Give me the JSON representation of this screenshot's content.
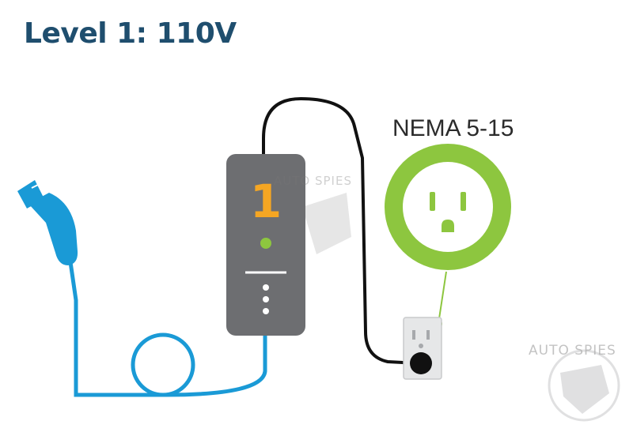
{
  "title": "Level 1: 110V",
  "outlet_label": "NEMA 5-15",
  "charger": {
    "level_number": "1",
    "level_color": "#f5a623",
    "body_color": "#6d6e71",
    "indicator_color": "#8dc63f"
  },
  "cable_color": "#1a9ad6",
  "cord_color": "#111111",
  "outlet_ring_color": "#8dc63f",
  "watermark": "AUTO SPIES",
  "icons": [
    "ev-connector-icon",
    "charger-unit-icon",
    "outlet-icon",
    "wall-plate-icon",
    "plug-icon",
    "watermark-logo-icon"
  ]
}
